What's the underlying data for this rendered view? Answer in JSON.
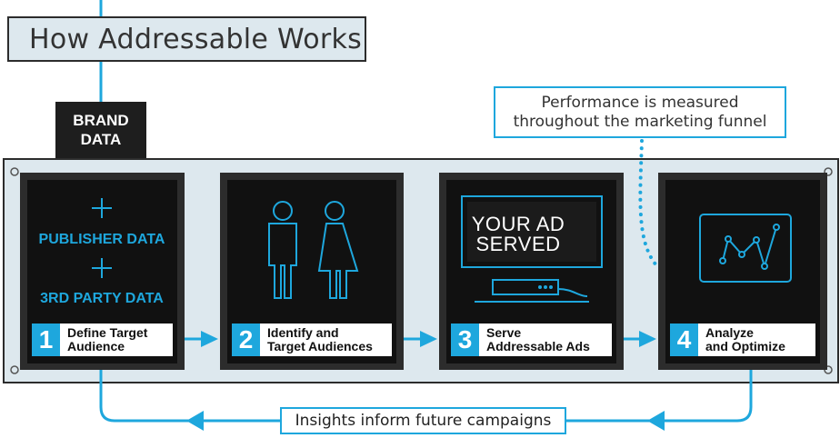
{
  "title": "How Addressable Works",
  "brand_data": [
    "BRAND",
    "DATA"
  ],
  "callout": [
    "Performance is measured",
    "throughout the marketing funnel"
  ],
  "data_sources": [
    "PUBLISHER DATA",
    "3RD PARTY DATA"
  ],
  "steps": [
    {
      "number": "1",
      "lines": [
        "Define Target",
        "Audience"
      ]
    },
    {
      "number": "2",
      "lines": [
        "Identify and",
        "Target Audiences"
      ]
    },
    {
      "number": "3",
      "lines": [
        "Serve",
        "Addressable Ads"
      ]
    },
    {
      "number": "4",
      "lines": [
        "Analyze",
        "and Optimize"
      ]
    }
  ],
  "ad_screen": [
    "YOUR AD",
    "SERVED"
  ],
  "feedback": "Insights inform future campaigns",
  "colors": {
    "accent": "#1ea7dd",
    "panel": "#dde8ee",
    "card": "#111111",
    "frame": "#2c2c2c"
  }
}
